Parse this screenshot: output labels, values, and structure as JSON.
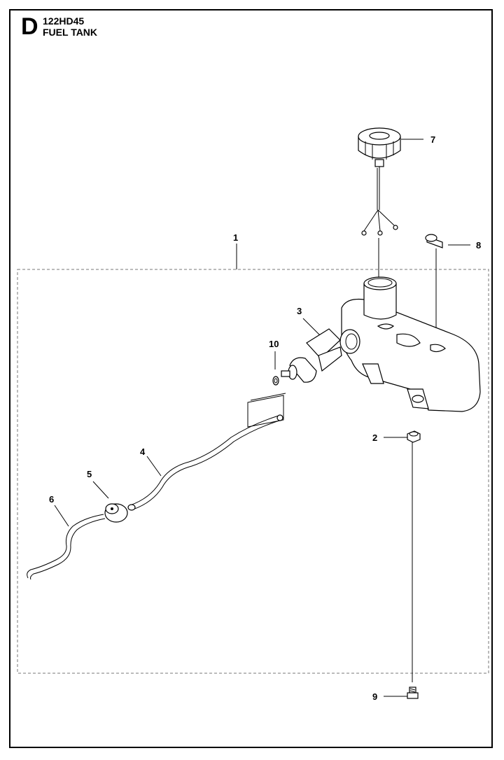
{
  "header": {
    "section_letter": "D",
    "model": "122HD45",
    "title": "FUEL TANK"
  },
  "callouts": [
    {
      "id": "1",
      "label": "1"
    },
    {
      "id": "2",
      "label": "2"
    },
    {
      "id": "3",
      "label": "3"
    },
    {
      "id": "4",
      "label": "4"
    },
    {
      "id": "5",
      "label": "5"
    },
    {
      "id": "6",
      "label": "6"
    },
    {
      "id": "7",
      "label": "7"
    },
    {
      "id": "8",
      "label": "8"
    },
    {
      "id": "9",
      "label": "9"
    },
    {
      "id": "10",
      "label": "10"
    }
  ]
}
